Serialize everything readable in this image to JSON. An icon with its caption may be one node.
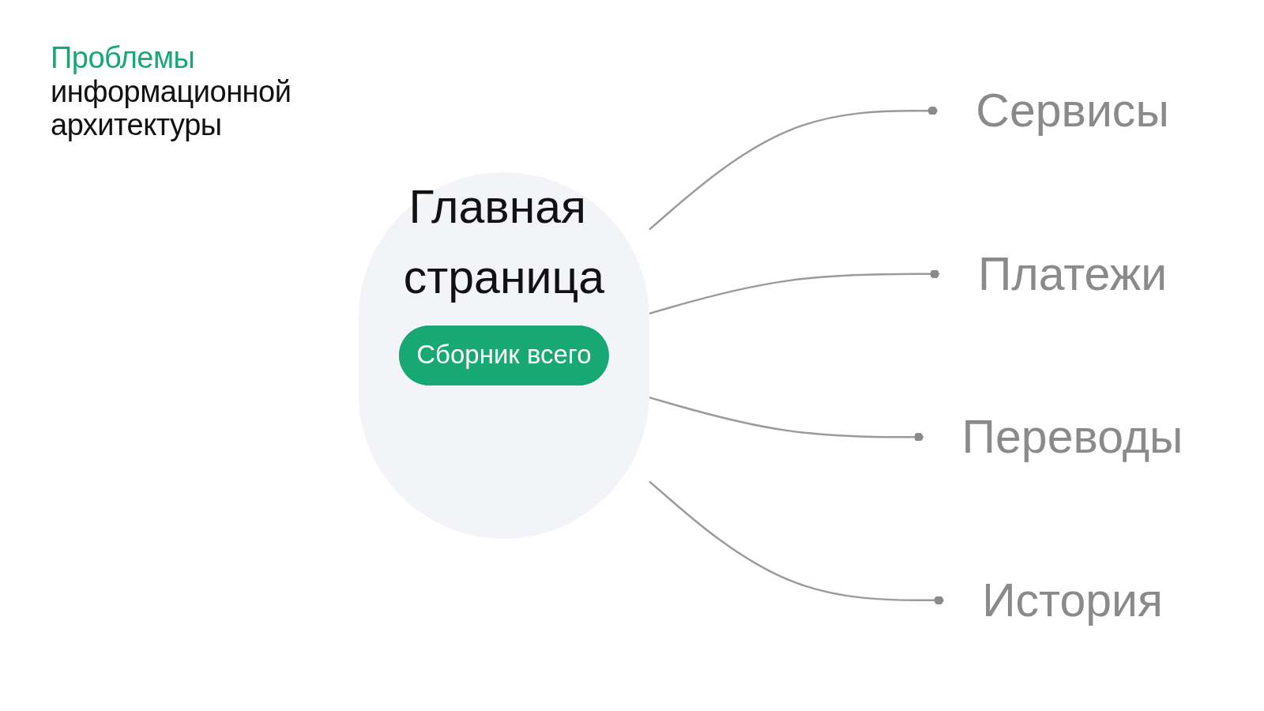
{
  "diagram": {
    "title": "Проблемы информационной архитектуры",
    "nodes": [
      {
        "text": [
          "Сервисы"
        ]
      },
      {
        "text": [
          "Платежи"
        ]
      },
      {
        "text": [
          "Главная страница"
        ]
      },
      {
        "text": [
          "Сборник всего"
        ],
        "in": 2
      },
      {
        "text": [
          "Переводы"
        ]
      },
      {
        "text": [
          "История"
        ]
      }
    ],
    "edges": [
      {
        "from": 2,
        "to": 0,
        "arrow": "other"
      },
      {
        "from": 2,
        "to": 1,
        "arrow": "other"
      },
      {
        "from": 2,
        "to": 4,
        "arrow": "other"
      },
      {
        "from": 2,
        "to": 5,
        "arrow": "other"
      }
    ]
  }
}
